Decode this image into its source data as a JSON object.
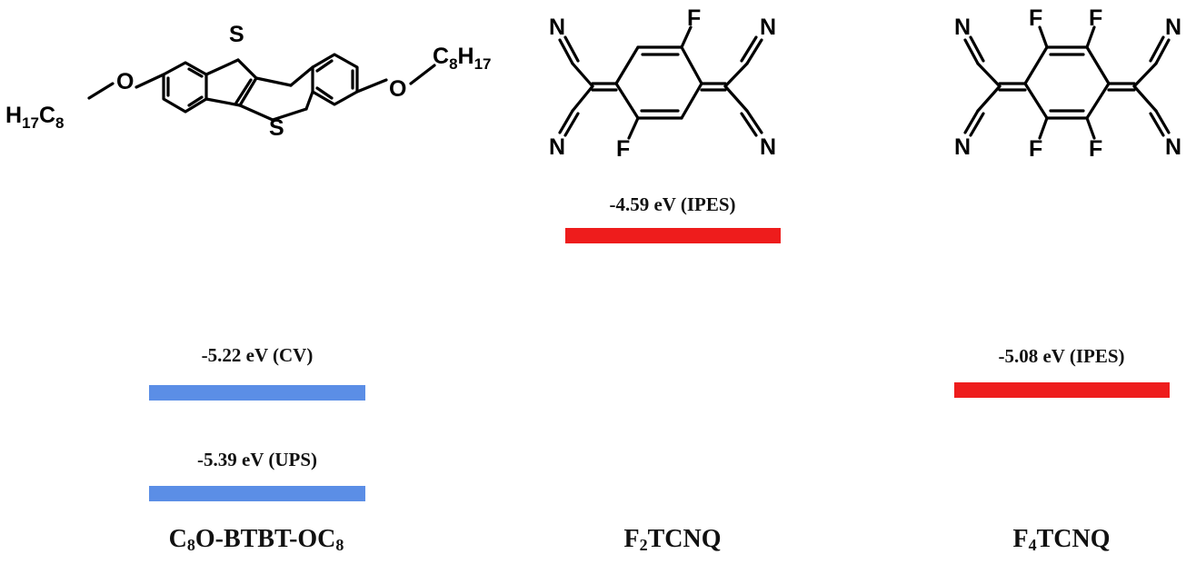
{
  "colors": {
    "homo_bar": "#5B8EE6",
    "lumo_bar": "#EE1C1C",
    "text": "#111111"
  },
  "molecules": [
    {
      "name_parts": [
        "C",
        "8",
        "O-BTBT-OC",
        "8"
      ],
      "levels": [
        {
          "label": "-5.22 eV (CV)",
          "kind": "homo"
        },
        {
          "label": "-5.39 eV (UPS)",
          "kind": "homo"
        }
      ]
    },
    {
      "name_parts": [
        "F",
        "2",
        "TCNQ"
      ],
      "levels": [
        {
          "label": "-4.59 eV (IPES)",
          "kind": "lumo"
        }
      ]
    },
    {
      "name_parts": [
        "F",
        "4",
        "TCNQ"
      ],
      "levels": [
        {
          "label": "-5.08 eV (IPES)",
          "kind": "lumo"
        }
      ]
    }
  ],
  "structures": {
    "btbt": {
      "atoms": [
        "S",
        "S",
        "O",
        "O"
      ],
      "left_chain": [
        "H",
        "17",
        "C",
        "8"
      ],
      "right_chain": [
        "C",
        "8",
        "H",
        "17"
      ]
    },
    "f2tcnq": {
      "atoms": [
        "F",
        "F",
        "N",
        "N",
        "N",
        "N"
      ]
    },
    "f4tcnq": {
      "atoms": [
        "F",
        "F",
        "F",
        "F",
        "N",
        "N",
        "N",
        "N"
      ]
    }
  }
}
